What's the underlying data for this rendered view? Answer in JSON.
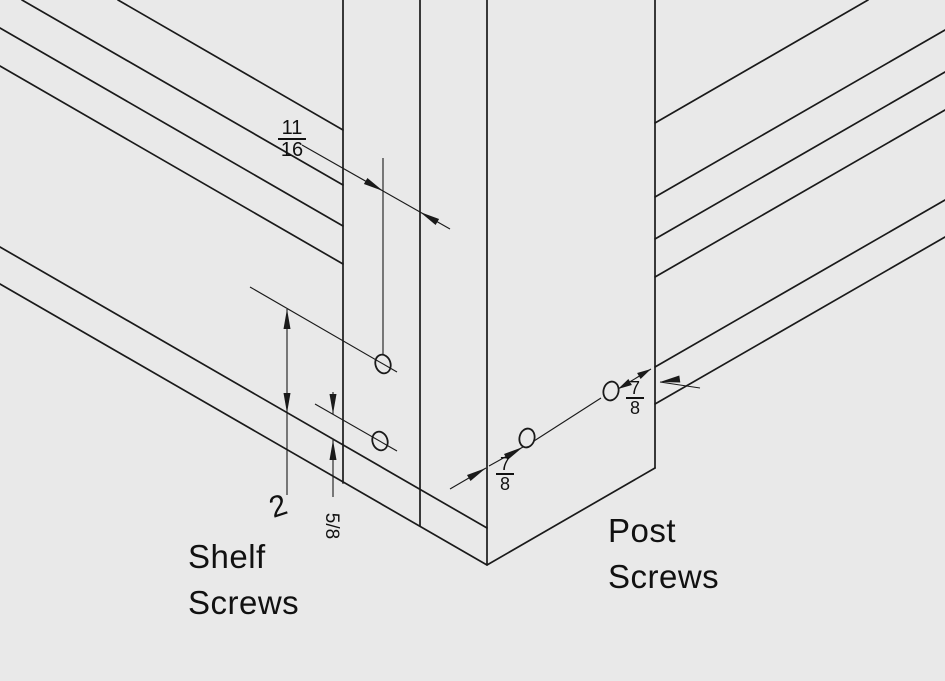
{
  "drawing": {
    "background_color": "#e9e9e9",
    "line_color": "#1a1a1a",
    "labels": {
      "shelf_screws_line1": "Shelf",
      "shelf_screws_line2": "Screws",
      "post_screws_line1": "Post",
      "post_screws_line2": "Screws"
    },
    "dimensions": {
      "rail_inset_num": "11",
      "rail_inset_den": "16",
      "screw_spacing": "2",
      "shelf_screw_offset": "5/8",
      "post_screw_corner_num": "7",
      "post_screw_corner_den": "8",
      "post_screw_edge_num": "7",
      "post_screw_edge_den": "8"
    }
  }
}
